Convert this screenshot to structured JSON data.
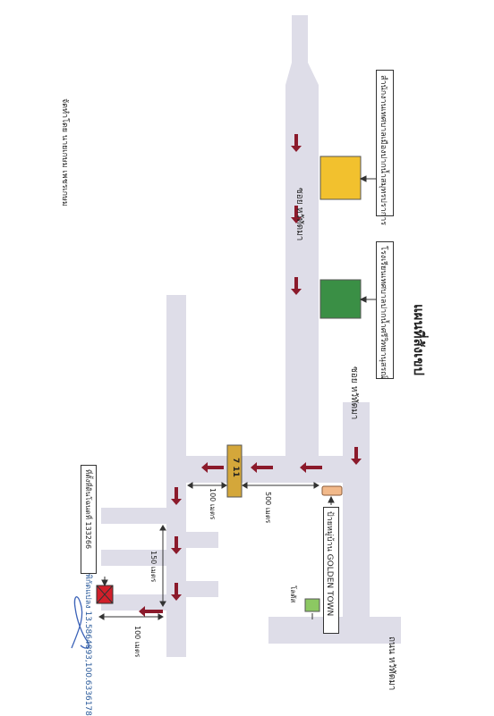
{
  "title": "แผนที่สังเขป",
  "prepared_by": "จัดทำโดย นายเกษม เพชรเกษม",
  "coordinates": "พิกัดแปลง 13.5864893,100.6336178",
  "roads": {
    "soi_upper": "ซอย หวัทัดมา",
    "soi_lower": "ซอย หวัทัดมา",
    "main_road": "ถนน หวัทัดมา"
  },
  "landmarks": {
    "office": "สำนักงานเทศบาลเมืองปากน้ำสมุทรปราการ",
    "hospital": "โรงเรียนเทศบาลปากน้ำศรีวิทยานุสรณ์",
    "seven_eleven": "7 11",
    "village": "ป้ายหมู่บ้าน GOLDEN TOWN",
    "village_pin": "โลตัส",
    "plot": "ที่ตั้งที่ดินโฉนดที่ 133266"
  },
  "distances": {
    "d1": "100 เมตร",
    "d2": "500 เมตร",
    "d3": "150 เมตร",
    "d4": "100 เมตร"
  },
  "colors": {
    "road": "#dedde8",
    "arrow": "#8b1a2b",
    "office_fill": "#f2c12e",
    "hospital_fill": "#3a8f45",
    "seven_eleven_fill": "#d4a73a",
    "village_marker": "#f2b98a",
    "village_pin": "#8cc862",
    "plot_fill": "#d11f2a",
    "coord_text": "#2a5a9a"
  }
}
